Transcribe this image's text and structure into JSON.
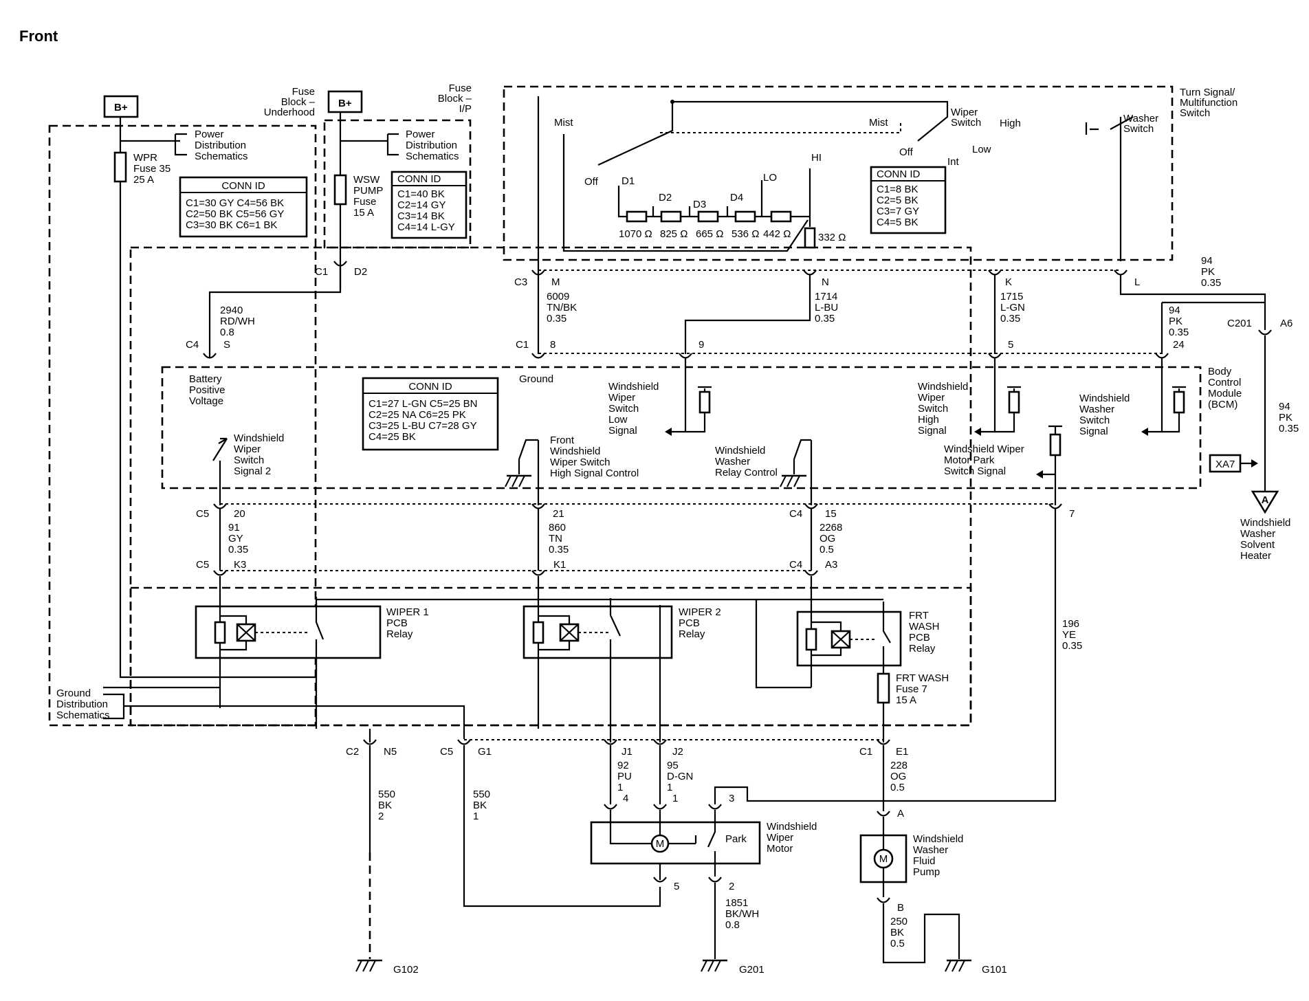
{
  "title": "Front",
  "labels": {
    "bplus": "B+",
    "fuse_block_underhood": [
      "Fuse",
      "Block –",
      "Underhood"
    ],
    "fuse_block_ip": [
      "Fuse",
      "Block –",
      "I/P"
    ],
    "power_dist": [
      "Power",
      "Distribution",
      "Schematics"
    ],
    "wpr_fuse": [
      "WPR",
      "Fuse 35",
      "25 A"
    ],
    "wsw_fuse": [
      "WSW",
      "PUMP",
      "Fuse",
      "15 A"
    ],
    "turn_signal": [
      "Turn Signal/",
      "Multifunction",
      "Switch"
    ],
    "wiper_switch": [
      "Wiper",
      "Switch"
    ],
    "washer_switch": [
      "Washer",
      "Switch"
    ],
    "mist": "Mist",
    "off": "Off",
    "high": "High",
    "low": "Low",
    "int": "Int",
    "hi": "HI",
    "lo": "LO",
    "d1": "D1",
    "d2": "D2",
    "d3": "D3",
    "d4": "D4",
    "r1": "1070 Ω",
    "r2": "825 Ω",
    "r3": "665 Ω",
    "r4": "536 Ω",
    "r5": "442 Ω",
    "r6": "332 Ω",
    "bcm": [
      "Body",
      "Control",
      "Module",
      "(BCM)"
    ],
    "battery_pos": [
      "Battery",
      "Positive",
      "Voltage"
    ],
    "ground": "Ground",
    "ws_low": [
      "Windshield",
      "Wiper",
      "Switch",
      "Low",
      "Signal"
    ],
    "ws_high": [
      "Windshield",
      "Wiper",
      "Switch",
      "High",
      "Signal"
    ],
    "ws_washer_sig": [
      "Windshield",
      "Washer",
      "Switch",
      "Signal"
    ],
    "ws_sig2": [
      "Windshield",
      "Wiper",
      "Switch",
      "Signal 2"
    ],
    "front_hi_ctrl": [
      "Front",
      "Windshield",
      "Wiper Switch",
      "High Signal Control"
    ],
    "washer_relay_ctrl": [
      "Windshield",
      "Washer",
      "Relay Control"
    ],
    "motor_park": [
      "Windshield Wiper",
      "Motor Park",
      "Switch Signal"
    ],
    "xa7": "XA7",
    "solvent_heater": [
      "Windshield",
      "Washer",
      "Solvent",
      "Heater"
    ],
    "wiper1": [
      "WIPER 1",
      "PCB",
      "Relay"
    ],
    "wiper2": [
      "WIPER 2",
      "PCB",
      "Relay"
    ],
    "frt_wash": [
      "FRT",
      "WASH",
      "PCB",
      "Relay"
    ],
    "frt_wash_fuse": [
      "FRT WASH",
      "Fuse 7",
      "15 A"
    ],
    "ground_dist": [
      "Ground",
      "Distribution",
      "Schematics"
    ],
    "wiper_motor": [
      "Windshield",
      "Wiper",
      "Motor"
    ],
    "park": "Park",
    "pump": [
      "Windshield",
      "Washer",
      "Fluid",
      "Pump"
    ],
    "m": "M",
    "a": "A"
  },
  "conn_tables": {
    "underhood": {
      "title": "CONN ID",
      "rows": [
        "C1=30 GY    C4=56 BK",
        "C2=50 BK    C5=56 GY",
        "C3=30 BK    C6=1 BK"
      ]
    },
    "ip": {
      "title": "CONN ID",
      "rows": [
        "C1=40 BK",
        "C2=14 GY",
        "C3=14 BK",
        "C4=14 L-GY"
      ]
    },
    "switch": {
      "title": "CONN ID",
      "rows": [
        "C1=8 BK",
        "C2=5 BK",
        "C3=7 GY",
        "C4=5 BK"
      ]
    },
    "bcm": {
      "title": "CONN ID",
      "rows": [
        "C1=27 L-GN  C5=25 BN",
        "C2=25 NA     C6=25 PK",
        "C3=25 L-BU  C7=28 GY",
        "C4=25 BK"
      ]
    }
  },
  "connectors": {
    "c1": "C1",
    "d2": "D2",
    "c3": "C3",
    "m": "M",
    "n": "N",
    "k": "K",
    "l": "L",
    "c4": "C4",
    "s": "S",
    "c1b": "C1",
    "p8": "8",
    "p9": "9",
    "p5": "5",
    "p24": "24",
    "c201": "C201",
    "a6": "A6",
    "c5": "C5",
    "p20": "20",
    "p21": "21",
    "c4b": "C4",
    "p15": "15",
    "p7": "7",
    "c5b": "C5",
    "k3": "K3",
    "k1": "K1",
    "c4c": "C4",
    "a3": "A3",
    "c2": "C2",
    "n5": "N5",
    "c5c": "C5",
    "g1": "G1",
    "j1": "J1",
    "j2": "J2",
    "c1c": "C1",
    "e1": "E1",
    "p4": "4",
    "p1": "1",
    "p3": "3",
    "pa": "A",
    "p5b": "5",
    "p2": "2",
    "pb": "B",
    "g102": "G102",
    "g201": "G201",
    "g101": "G101"
  },
  "wires": {
    "w2940": [
      "2940",
      "RD/WH",
      "0.8"
    ],
    "w6009": [
      "6009",
      "TN/BK",
      "0.35"
    ],
    "w1714": [
      "1714",
      "L-BU",
      "0.35"
    ],
    "w1715": [
      "1715",
      "L-GN",
      "0.35"
    ],
    "w94a": [
      "94",
      "PK",
      "0.35"
    ],
    "w94b": [
      "94",
      "PK",
      "0.35"
    ],
    "w94c": [
      "94",
      "PK",
      "0.35"
    ],
    "w91": [
      "91",
      "GY",
      "0.35"
    ],
    "w860": [
      "860",
      "TN",
      "0.35"
    ],
    "w2268": [
      "2268",
      "OG",
      "0.5"
    ],
    "w196": [
      "196",
      "YE",
      "0.35"
    ],
    "w550a": [
      "550",
      "BK",
      "2"
    ],
    "w550b": [
      "550",
      "BK",
      "1"
    ],
    "w92": [
      "92",
      "PU",
      "1"
    ],
    "w95": [
      "95",
      "D-GN",
      "1"
    ],
    "w228": [
      "228",
      "OG",
      "0.5"
    ],
    "w1851": [
      "1851",
      "BK/WH",
      "0.8"
    ],
    "w250": [
      "250",
      "BK",
      "0.5"
    ]
  }
}
